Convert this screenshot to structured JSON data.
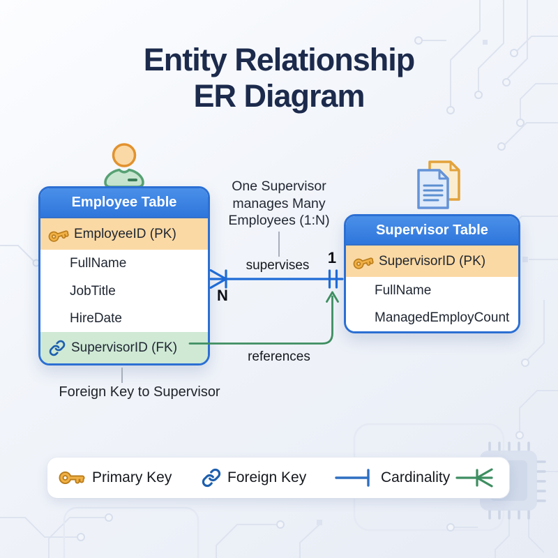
{
  "title": {
    "line1": "Entity Relationship",
    "line2": "ER Diagram"
  },
  "employee_table": {
    "title": "Employee Table",
    "rows": [
      {
        "label": "EmployeeID (PK)",
        "key_type": "primary",
        "icon": "key-icon"
      },
      {
        "label": "FullName",
        "key_type": "none"
      },
      {
        "label": "JobTitle",
        "key_type": "none"
      },
      {
        "label": "HireDate",
        "key_type": "none"
      },
      {
        "label": "SupervisorID (FK)",
        "key_type": "foreign",
        "icon": "link-icon"
      }
    ]
  },
  "supervisor_table": {
    "title": "Supervisor Table",
    "rows": [
      {
        "label": "SupervisorID (PK)",
        "key_type": "primary",
        "icon": "key-icon"
      },
      {
        "label": "FullName",
        "key_type": "none"
      },
      {
        "label": "ManagedEmployCount",
        "key_type": "none"
      }
    ]
  },
  "relationship": {
    "description_lines": [
      "One Supervisor",
      "manages Many",
      "Employees (1:N)"
    ],
    "verb_label": "supervises",
    "many_label": "N",
    "one_label": "1",
    "reference_label": "references",
    "fk_note": "Foreign Key to Supervisor",
    "cardinality": "1:N"
  },
  "legend": {
    "primary_key_label": "Primary Key",
    "foreign_key_label": "Foreign Key",
    "cardinality_label": "Cardinality"
  },
  "icons": {
    "employee_entity": "person-icon",
    "supervisor_entity": "documents-icon",
    "primary_key": "key-icon",
    "foreign_key": "link-icon",
    "cardinality_one": "cardinality-one-icon",
    "cardinality_many": "cardinality-many-crowfoot-icon"
  },
  "colors": {
    "title": "#1c2a4c",
    "table_header": "#3b82e0",
    "table_border": "#2b6fd3",
    "pk_row_bg": "#fbd9a4",
    "fk_row_bg": "#cfe9d5",
    "relationship_line": "#1e6bd6",
    "reference_line": "#3e8e61",
    "key_gold": "#e09a2c",
    "link_blue": "#1d5fae",
    "background": "#eef2f8"
  }
}
